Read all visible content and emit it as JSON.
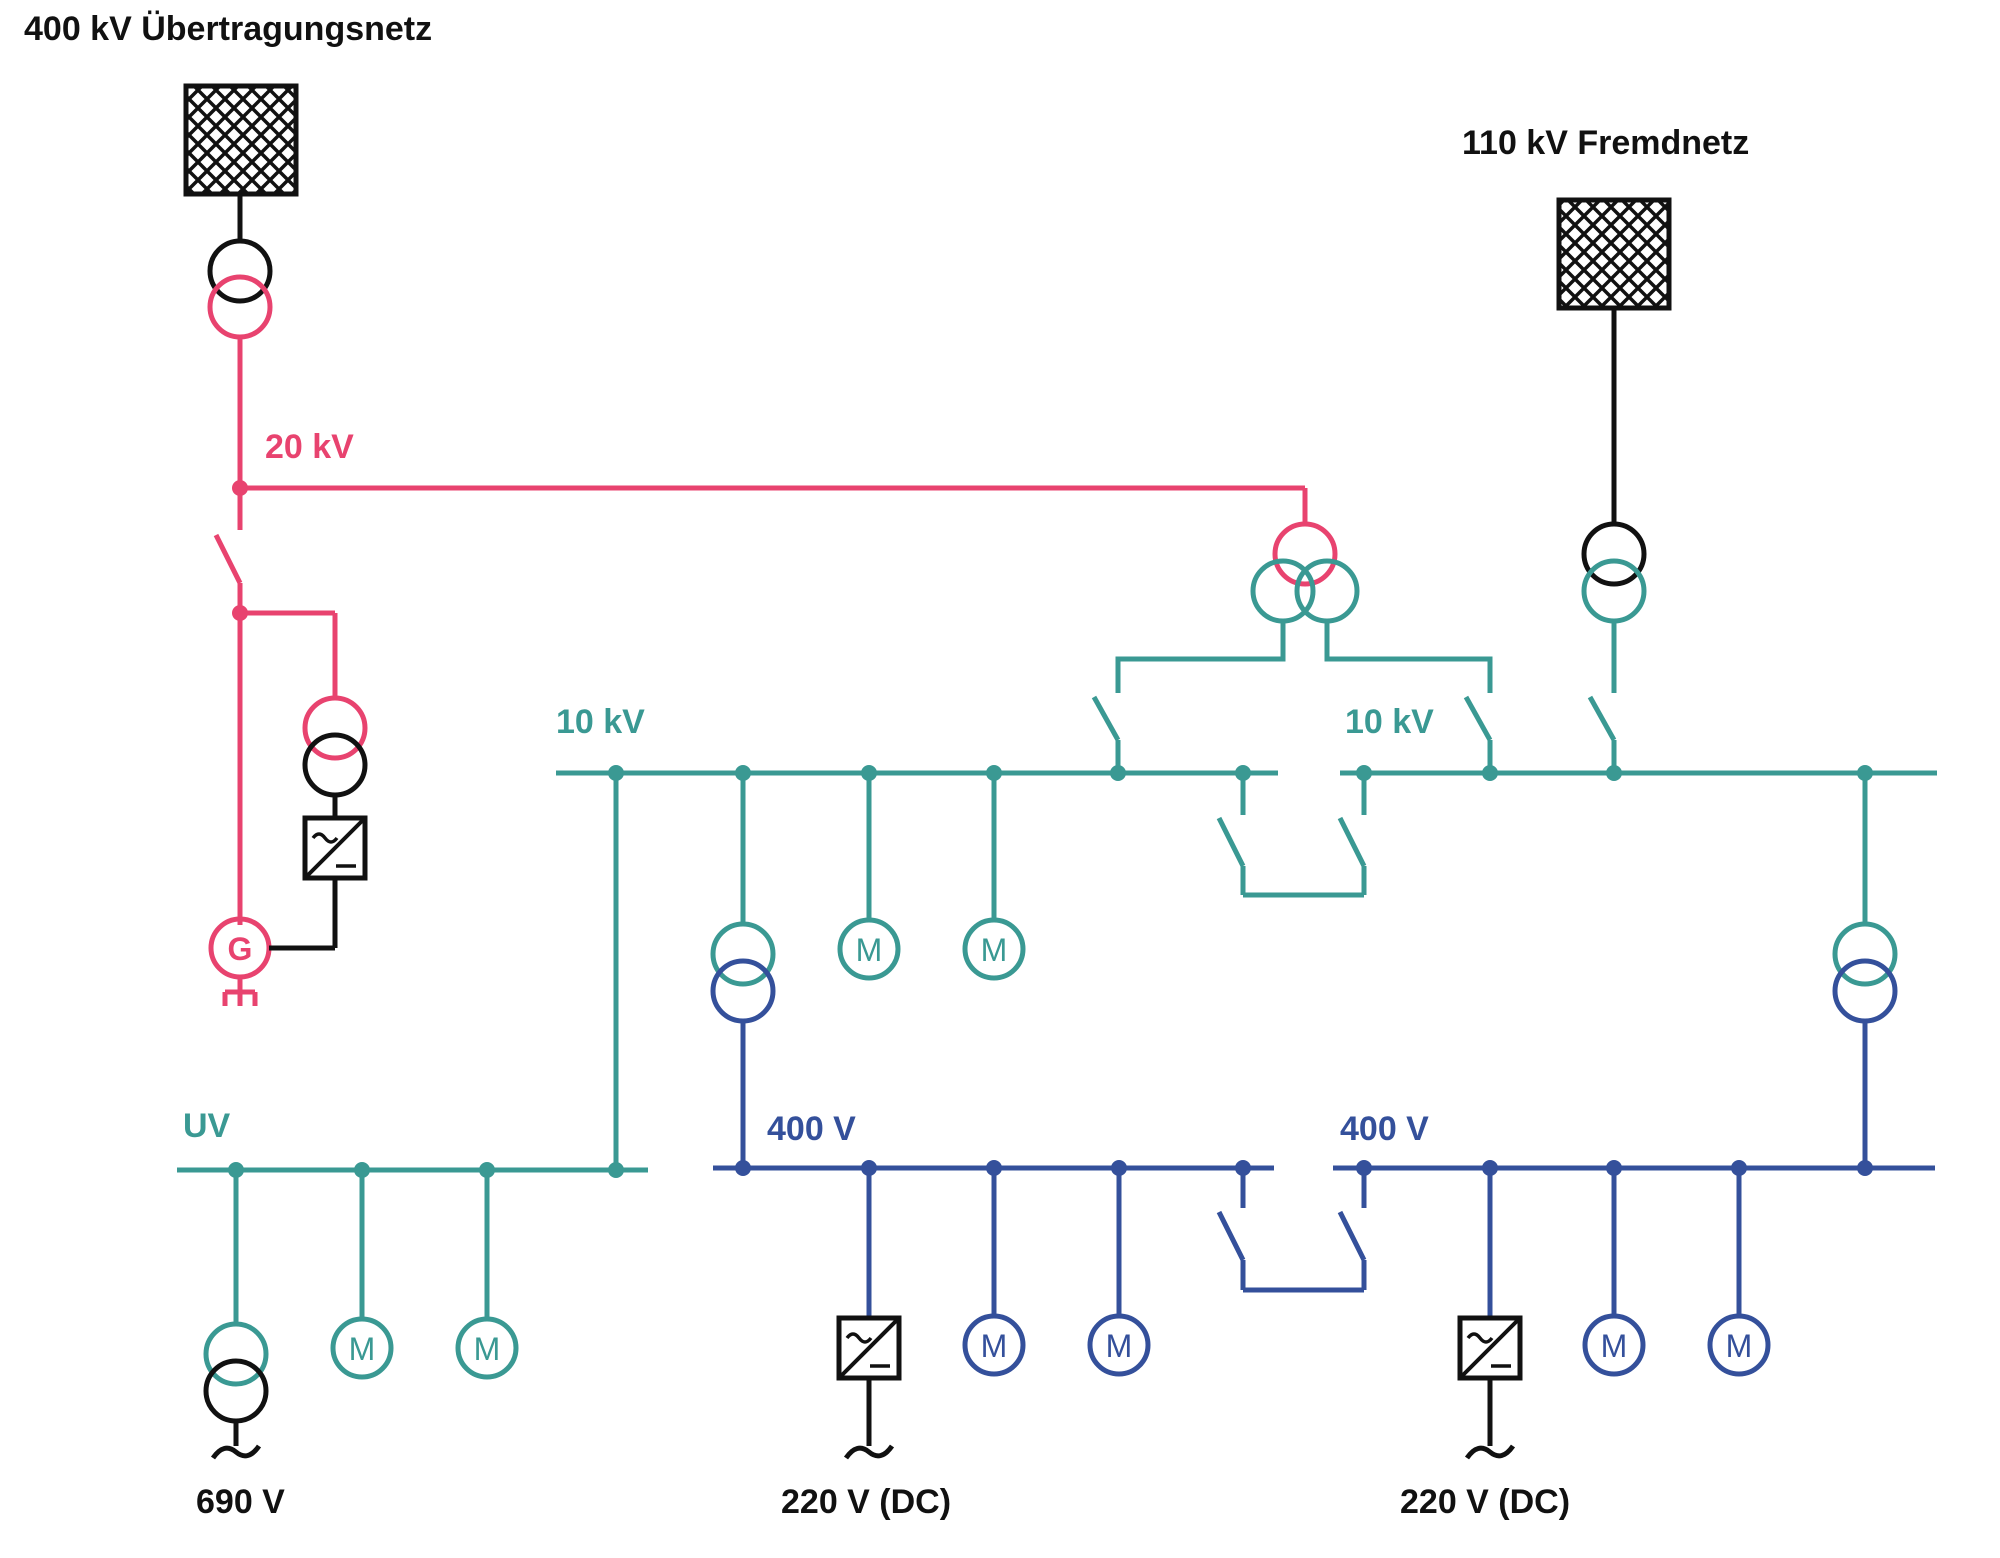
{
  "colors": {
    "kv20": "#e8436f",
    "kv10": "#3a9993",
    "v400": "#34509b",
    "black": "#111111"
  },
  "labels": {
    "grid_400kv": "400 kV Übertragungsnetz",
    "grid_110kv": "110 kV Fremdnetz",
    "bus_20kv": "20 kV",
    "bus_10kv_left": "10 kV",
    "bus_10kv_right": "10 kV",
    "bus_uv": "UV",
    "bus_400v_left": "400 V",
    "bus_400v_right": "400 V",
    "out_690v": "690 V",
    "out_220vdc_left": "220 V (DC)",
    "out_220vdc_right": "220 V (DC)"
  },
  "symbols": {
    "generator_letter": "G",
    "motor_letter": "M"
  }
}
